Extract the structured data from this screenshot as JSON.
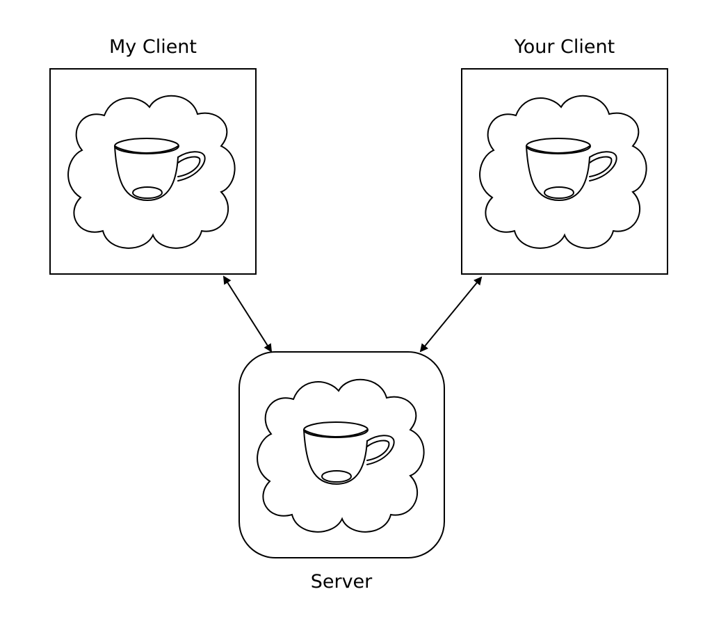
{
  "nodes": {
    "my_client": {
      "label": "My Client",
      "icon": "cloud-with-cup"
    },
    "your_client": {
      "label": "Your Client",
      "icon": "cloud-with-cup"
    },
    "server": {
      "label": "Server",
      "icon": "cloud-with-cup"
    }
  },
  "edges": [
    {
      "from": "my_client",
      "to": "server",
      "direction": "bidirectional"
    },
    {
      "from": "your_client",
      "to": "server",
      "direction": "bidirectional"
    }
  ],
  "colors": {
    "stroke": "#000000",
    "background": "#ffffff"
  }
}
